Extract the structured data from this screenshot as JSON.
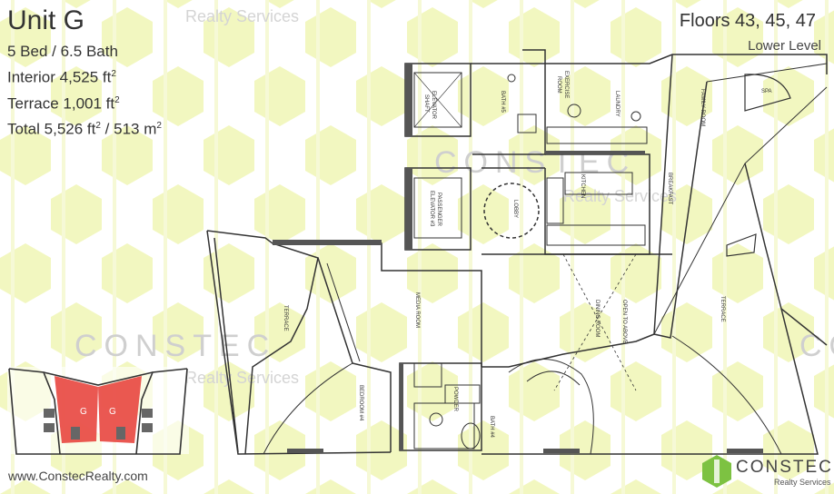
{
  "unit": {
    "title": "Unit G",
    "beds_baths": "5 Bed / 6.5 Bath",
    "interior_label": "Interior",
    "interior_value": "4,525 ft",
    "terrace_label": "Terrace",
    "terrace_value": "1,001 ft",
    "total_label": "Total",
    "total_value_ft": "5,526 ft",
    "total_value_m": "/ 513 m",
    "squared": "2"
  },
  "floors": "Floors 43, 45, 47",
  "level": "Lower Level",
  "website": "www.ConstecRealty.com",
  "brand": {
    "name": "CONSTEC",
    "sub": "Realty Services",
    "color": "#7dc242"
  },
  "watermark": {
    "main": "CONSTEC",
    "sub": "Realty Services",
    "pattern_color": "#f3f7c4"
  },
  "rooms": {
    "elevator_shaft": [
      "ELEVATOR",
      "SHAFT"
    ],
    "bath5": "BATH #5",
    "exercise": [
      "EXERCISE",
      "ROOM"
    ],
    "laundry": "LAUNDRY",
    "family": "FAMILY ROOM",
    "spa": "SPA",
    "passenger": [
      "PASSENGER",
      "ELEVATOR #3"
    ],
    "lobby": "LOBBY",
    "kitchen": "KITCHEN",
    "breakfast": "BREAKFAST",
    "terrace_left": "TERRACE",
    "media": "MEDIA ROOM",
    "dining": "DINING ROOM",
    "open_below": "OPEN TO ABOVE",
    "terrace_right": "TERRACE",
    "bedroom4": "BEDROOM #4",
    "powder": "POWDER",
    "bath4": "BATH #4"
  },
  "keyplan": {
    "label_left": "G",
    "label_right": "G",
    "highlight_color": "#e8463f"
  }
}
